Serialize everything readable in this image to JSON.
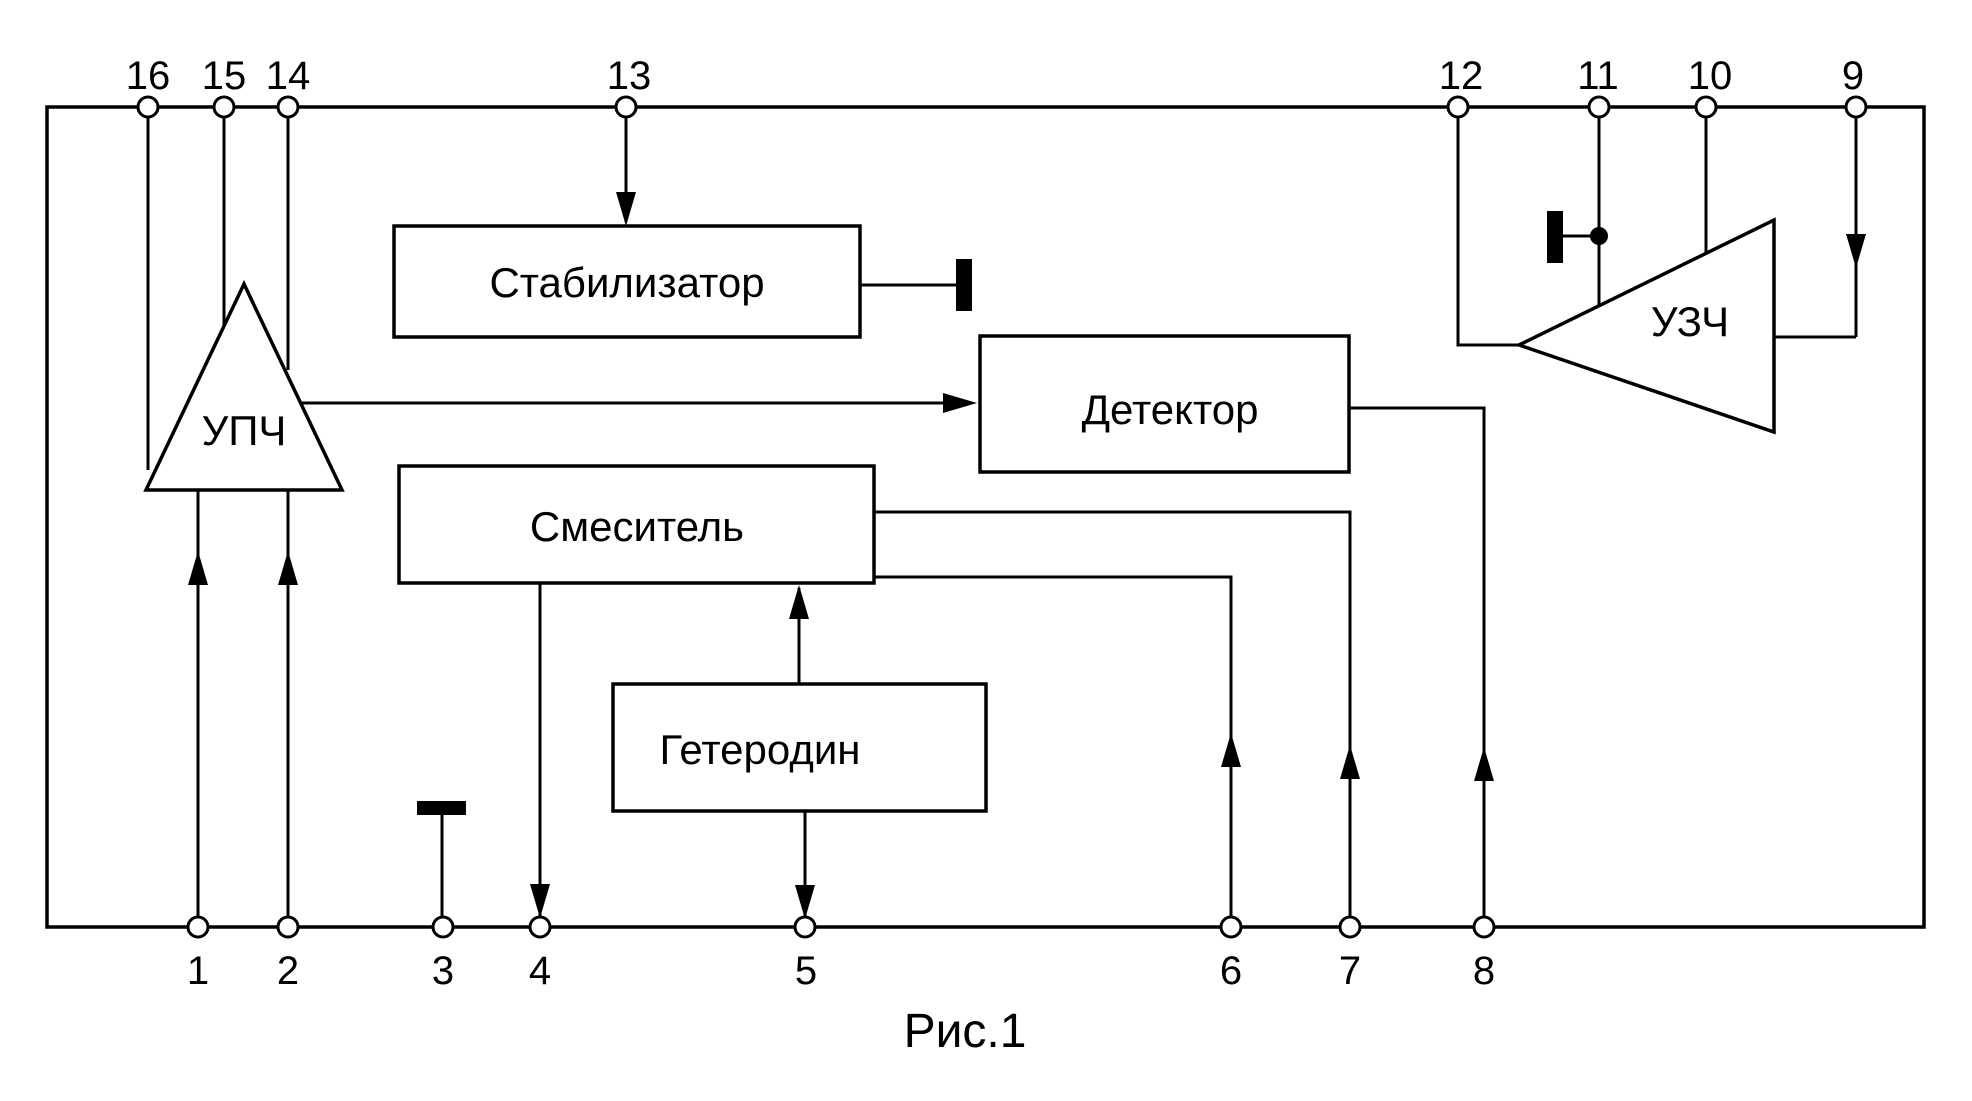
{
  "figure_caption": "Рис.1",
  "blocks": {
    "stabilizer": "Стабилизатор",
    "mixer": "Смеситель",
    "local_oscillator": "Гетеродин",
    "detector": "Детектор",
    "if_amplifier": "УПЧ",
    "audio_amplifier": "УЗЧ"
  },
  "pins": {
    "top": [
      "16",
      "15",
      "14",
      "13",
      "12",
      "11",
      "10",
      "9"
    ],
    "bottom": [
      "1",
      "2",
      "3",
      "4",
      "5",
      "6",
      "7",
      "8"
    ]
  },
  "colors": {
    "line": "#000000",
    "background": "#ffffff"
  }
}
